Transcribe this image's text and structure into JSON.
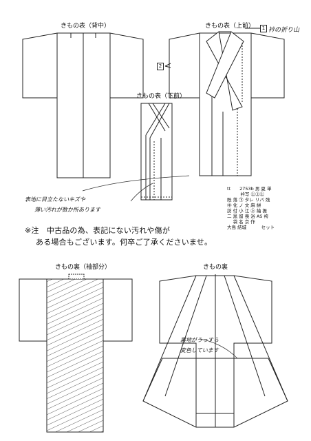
{
  "diagrams": {
    "back": {
      "label": "きもの表（背中）"
    },
    "front_upper": {
      "label": "きもの表（上前）"
    },
    "front_lower": {
      "label": "きもの表（下前）"
    },
    "lining_sleeves": {
      "label": "きもの裏（袖部分）"
    },
    "lining": {
      "label": "きもの裏"
    }
  },
  "callouts": {
    "box1_num": "1",
    "box1_text": "衿の折り山",
    "box2_num": "2"
  },
  "handwritten": {
    "front_note_line1": "表地に目立たないキズや",
    "front_note_line2": "薄い汚れが数か所あります",
    "lining_note_line1": "裏地がうっすら",
    "lining_note_line2": "変色しています"
  },
  "notice": {
    "line1": "※注　中古品の為、表記にない汚れや傷が",
    "line2": "ある場合もございます。何卒ご了承くださいませ。"
  },
  "product_table": {
    "rows": [
      "tt　　2753b 男 夏 単",
      "　　　衿写 ㊤㊤㊤",
      "既 落 ㊦ タレ リバ 残",
      "㊥ 化 ノ 文 麻 絣",
      "訪 付 小 江 ㊤ 紬 振",
      "二 黒 留 喪 浴 AS 袴",
      "　 袋 名 京 作",
      "大島 結城　　　 セット"
    ]
  }
}
